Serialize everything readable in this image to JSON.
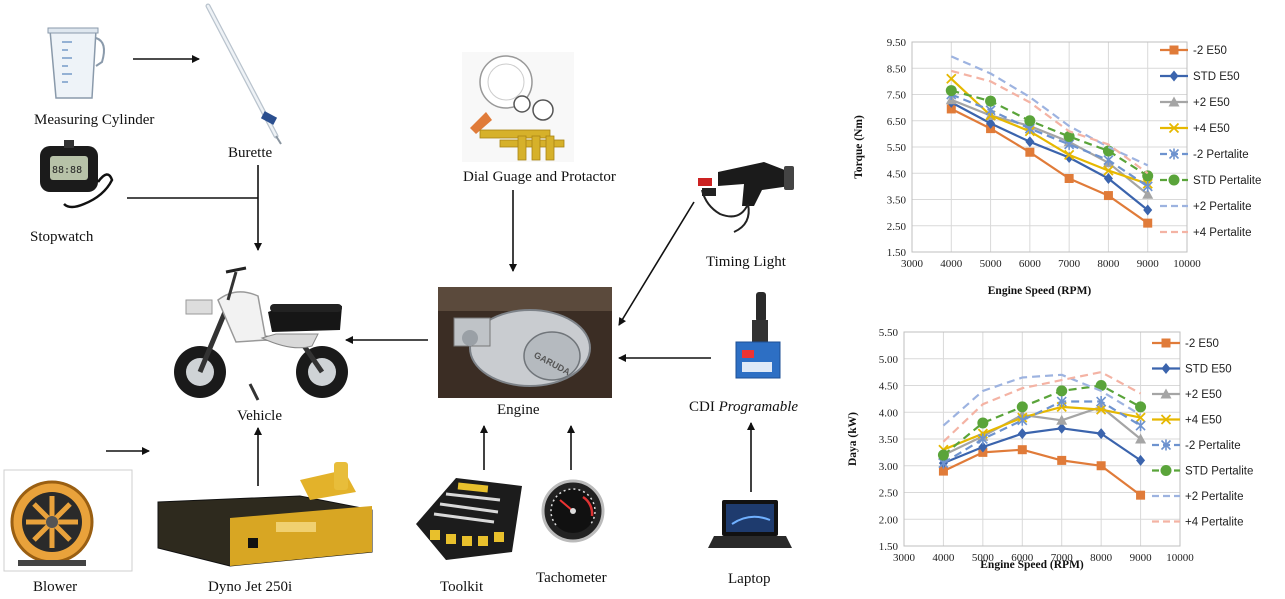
{
  "labels": {
    "measuring_cylinder": "Measuring Cylinder",
    "burette": "Burette",
    "stopwatch": "Stopwatch",
    "vehicle": "Vehicle",
    "blower": "Blower",
    "dyno": "Dyno Jet 250i",
    "dial": "Dial Guage and Protactor",
    "engine": "Engine",
    "toolkit": "Toolkit",
    "tachometer": "Tachometer",
    "timing_light": "Timing Light",
    "cdi_prefix": "CDI ",
    "cdi_italic": "Programable",
    "laptop": "Laptop"
  },
  "logo_text": {
    "engine_brand": "GARUDA"
  },
  "colors": {
    "-2 E50": "#E07B39",
    "STD E50": "#3B64AD",
    "+2 E50": "#A5A5A5",
    "+4 E50": "#E6B800",
    "-2 Pertalite": "#6E93CF",
    "STD Pertalite": "#5AA43A",
    "+2 Pertalite": "#9DB3E0",
    "+4 Pertalite": "#F4B3A4"
  },
  "chart_data": [
    {
      "type": "line",
      "title": "",
      "xlabel": "Engine Speed (RPM)",
      "ylabel": "Torque (Nm)",
      "xlim": [
        3000,
        10000
      ],
      "ylim": [
        1.5,
        9.5
      ],
      "xticks": [
        "3000",
        "4000",
        "5000",
        "6000",
        "7000",
        "8000",
        "9000",
        "10000"
      ],
      "yticks": [
        "1.50",
        "2.50",
        "3.50",
        "4.50",
        "5.50",
        "6.50",
        "7.50",
        "8.50",
        "9.50"
      ],
      "grid": true,
      "legend": "right",
      "x": [
        4000,
        5000,
        6000,
        7000,
        8000,
        9000
      ],
      "series": [
        {
          "name": "-2 E50",
          "values": [
            6.95,
            6.2,
            5.3,
            4.3,
            3.65,
            2.6
          ],
          "marker": "square",
          "dash": false
        },
        {
          "name": "STD E50",
          "values": [
            7.2,
            6.4,
            5.7,
            5.1,
            4.3,
            3.1
          ],
          "marker": "diamond",
          "dash": false
        },
        {
          "name": "+2 E50",
          "values": [
            7.3,
            6.7,
            6.3,
            5.7,
            4.9,
            3.7
          ],
          "marker": "triangle",
          "dash": false
        },
        {
          "name": "+4 E50",
          "values": [
            8.1,
            6.7,
            6.1,
            5.2,
            4.6,
            4.1
          ],
          "marker": "x",
          "dash": false
        },
        {
          "name": "-2 Pertalite",
          "values": [
            7.5,
            6.9,
            6.2,
            5.6,
            5.0,
            4.0
          ],
          "marker": "star",
          "dash": true
        },
        {
          "name": "STD Pertalite",
          "values": [
            7.65,
            7.25,
            6.5,
            5.9,
            5.35,
            4.4
          ],
          "marker": "circle",
          "dash": true
        },
        {
          "name": "+2 Pertalite",
          "values": [
            8.95,
            8.3,
            7.4,
            6.3,
            5.5,
            4.8
          ],
          "marker": "none",
          "dash": true
        },
        {
          "name": "+4 Pertalite",
          "values": [
            8.4,
            8.0,
            7.2,
            6.1,
            5.6,
            4.5
          ],
          "marker": "none",
          "dash": true
        }
      ]
    },
    {
      "type": "line",
      "title": "",
      "xlabel": "Engine Speed (RPM)",
      "ylabel": "Daya (kW)",
      "xlim": [
        3000,
        10000
      ],
      "ylim": [
        1.5,
        5.5
      ],
      "xticks": [
        "3000",
        "4000",
        "5000",
        "6000",
        "7000",
        "8000",
        "9000",
        "10000"
      ],
      "yticks": [
        "1.50",
        "2.00",
        "2.50",
        "3.00",
        "3.50",
        "4.00",
        "4.50",
        "5.00",
        "5.50"
      ],
      "grid": true,
      "legend": "right",
      "x": [
        4000,
        5000,
        6000,
        7000,
        8000,
        9000
      ],
      "series": [
        {
          "name": "-2 E50",
          "values": [
            2.9,
            3.25,
            3.3,
            3.1,
            3.0,
            2.45
          ],
          "marker": "square",
          "dash": false
        },
        {
          "name": "STD E50",
          "values": [
            3.05,
            3.35,
            3.6,
            3.7,
            3.6,
            3.1
          ],
          "marker": "diamond",
          "dash": false
        },
        {
          "name": "+2 E50",
          "values": [
            3.2,
            3.55,
            3.95,
            3.85,
            4.1,
            3.5
          ],
          "marker": "triangle",
          "dash": false
        },
        {
          "name": "+4 E50",
          "values": [
            3.3,
            3.6,
            3.9,
            4.1,
            4.05,
            3.9
          ],
          "marker": "x",
          "dash": false
        },
        {
          "name": "-2 Pertalite",
          "values": [
            3.05,
            3.5,
            3.85,
            4.2,
            4.2,
            3.75
          ],
          "marker": "star",
          "dash": true
        },
        {
          "name": "STD Pertalite",
          "values": [
            3.2,
            3.8,
            4.1,
            4.4,
            4.5,
            4.1
          ],
          "marker": "circle",
          "dash": true
        },
        {
          "name": "+2 Pertalite",
          "values": [
            3.75,
            4.4,
            4.65,
            4.7,
            4.4,
            3.95
          ],
          "marker": "none",
          "dash": true
        },
        {
          "name": "+4 Pertalite",
          "values": [
            3.45,
            4.15,
            4.45,
            4.6,
            4.75,
            4.35
          ],
          "marker": "none",
          "dash": true
        }
      ]
    }
  ]
}
